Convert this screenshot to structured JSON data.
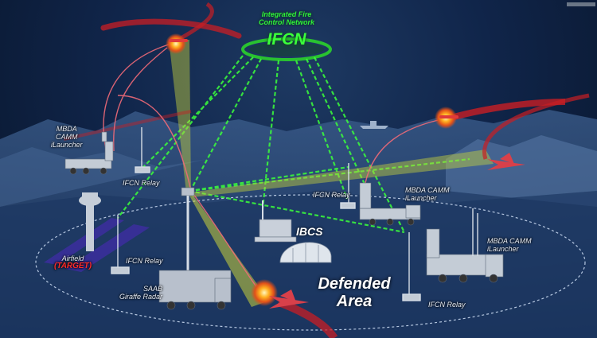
{
  "network": {
    "title_line1": "Integrated Fire",
    "title_line2": "Control Network",
    "acronym": "IFCN"
  },
  "labels": {
    "launcher_left": [
      "MBDA",
      "CAMM",
      "iLauncher"
    ],
    "relay_left": "IFCN Relay",
    "relay_center": "IFCN Relay",
    "launcher_center": [
      "MBDA CAMM",
      "iLauncher"
    ],
    "launcher_right": [
      "MBDA CAMM",
      "iLauncher"
    ],
    "relay_bottom_right": "IFCN Relay",
    "relay_airfield": "IFCN Relay",
    "airfield": "Airfield",
    "airfield_target": "(TARGET)",
    "radar": [
      "SAAB",
      "Giraffe Radar"
    ],
    "ibcs": "IBCS",
    "defended_area": [
      "Defended",
      "Area"
    ]
  },
  "colors": {
    "network_green": "#3bff3b",
    "threat_red": "#c81e24",
    "target_red": "#ff2b2b",
    "radar_beam": "#c8d23c",
    "interceptor_trail": "#f06a78"
  },
  "icons": [
    "ifcn-ring-icon",
    "cruise-missile-icon",
    "explosion-icon",
    "fighter-jet-icon",
    "ship-icon",
    "launcher-truck-icon",
    "relay-mast-icon",
    "radar-truck-icon",
    "control-tower-icon",
    "ibcs-shelter-icon",
    "dome-tent-icon"
  ]
}
